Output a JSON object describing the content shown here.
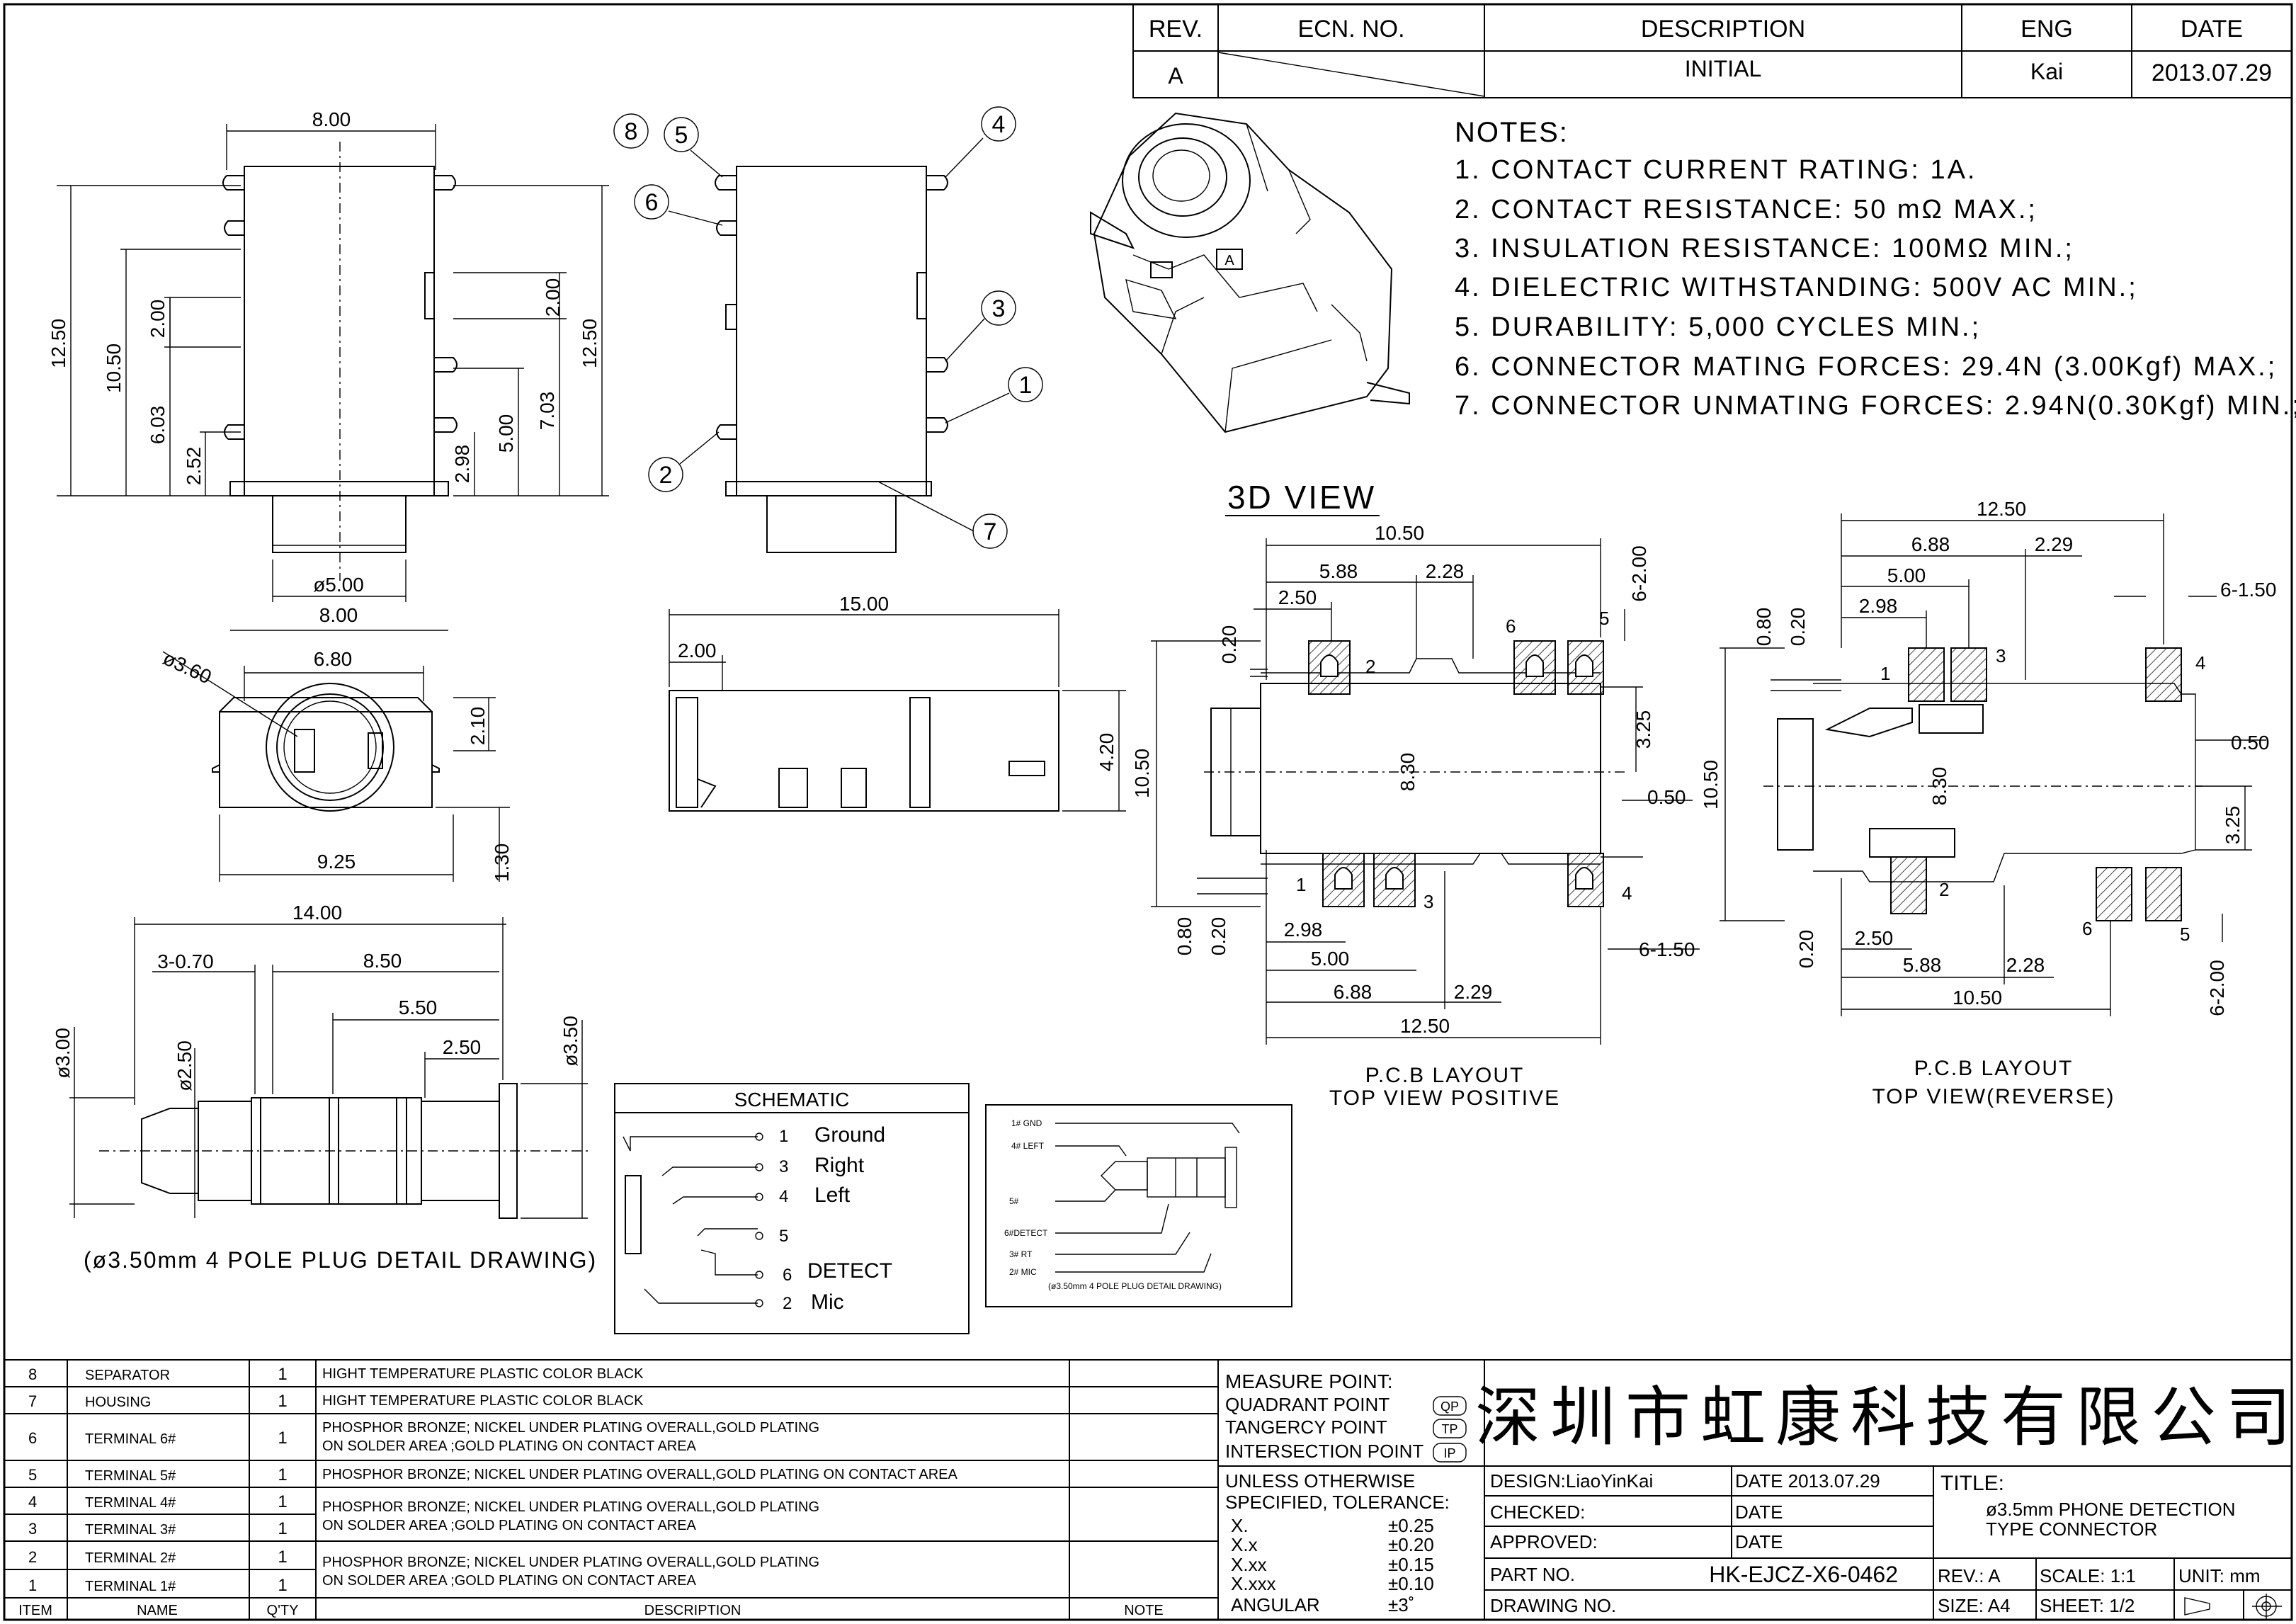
{
  "revision_table": {
    "headers": [
      "REV.",
      "ECN. NO.",
      "DESCRIPTION",
      "ENG",
      "DATE"
    ],
    "row": {
      "rev": "A",
      "ecn": "",
      "description": "INITIAL",
      "eng": "Kai",
      "date": "2013.07.29"
    }
  },
  "notes": {
    "title": "NOTES:",
    "items": [
      "1. CONTACT CURRENT RATING: 1A.",
      "2. CONTACT RESISTANCE: 50 mΩ MAX.;",
      "3. INSULATION RESISTANCE: 100MΩ MIN.;",
      "4. DIELECTRIC WITHSTANDING: 500V AC MIN.;",
      "5. DURABILITY: 5,000 CYCLES MIN.;",
      "6. CONNECTOR MATING FORCES: 29.4N (3.00Kgf) MAX.;",
      "7. CONNECTOR UNMATING FORCES: 2.94N(0.30Kgf) MIN.;"
    ]
  },
  "view_3d_label": "3D VIEW",
  "front_view": {
    "dims": {
      "top_width": "8.00",
      "height_total": "12.50",
      "height_inner": "10.50",
      "h_603": "6.03",
      "h_200": "2.00",
      "h_252": "2.52",
      "h_298": "2.98",
      "h_500": "5.00",
      "h_703": "7.03",
      "h_200r": "2.00",
      "h_1250r": "12.50",
      "dia": "ø5.00",
      "bottom_width": "8.00"
    }
  },
  "side_view_balloons": [
    "⑧",
    "⑤",
    "⑥",
    "④",
    "③",
    "①",
    "②",
    "⑦"
  ],
  "end_view": {
    "dia": "ø3.60",
    "width": "6.80",
    "h": "2.10",
    "width_bottom": "9.25",
    "h2": "1.30"
  },
  "top_side_view": {
    "length": "15.00",
    "offset": "2.00",
    "height": "4.20"
  },
  "plug": {
    "dims": {
      "length": "14.00",
      "ring": "3-0.70",
      "d850": "8.50",
      "d550": "5.50",
      "d250": "2.50",
      "dia300": "ø3.00",
      "dia250": "ø2.50",
      "dia350": "ø3.50"
    },
    "caption": "(ø3.50mm 4 POLE PLUG DETAIL DRAWING)"
  },
  "schematic": {
    "title": "SCHEMATIC",
    "pins": [
      {
        "num": "1",
        "name": "Ground"
      },
      {
        "num": "3",
        "name": "Right"
      },
      {
        "num": "4",
        "name": "Left"
      },
      {
        "num": "5",
        "name": ""
      },
      {
        "num": "6",
        "name": "DETECT"
      },
      {
        "num": "2",
        "name": "Mic"
      }
    ]
  },
  "mini_plug": {
    "labels": [
      "1# GND",
      "4# LEFT",
      "5#",
      "6#DETECT",
      "3# RT",
      "2# MIC"
    ],
    "caption": "(ø3.50mm 4 POLE PLUG DETAIL DRAWING)"
  },
  "pcb_positive": {
    "dims": {
      "w1050": "10.50",
      "w588": "5.88",
      "w228": "2.28",
      "w250": "2.50",
      "v020": "0.20",
      "v200": "6-2.00",
      "h1050": "10.50",
      "h830": "8.30",
      "h325": "3.25",
      "h050": "0.50",
      "b080": "0.80",
      "b020": "0.20",
      "b298": "2.98",
      "b500": "5.00",
      "b688": "6.88",
      "b229": "2.29",
      "b1250": "12.50",
      "b150": "6-1.50"
    },
    "pin_labels": [
      "2",
      "6",
      "5",
      "1",
      "3",
      "4"
    ],
    "caption_1": "P.C.B LAYOUT",
    "caption_2": "TOP VIEW POSITIVE"
  },
  "pcb_reverse": {
    "dims": {
      "w1250": "12.50",
      "w688": "6.88",
      "w229": "2.29",
      "w500": "5.00",
      "w298": "2.98",
      "v080": "0.80",
      "v020": "0.20",
      "r150": "6-1.50",
      "h1050": "10.50",
      "h830": "8.30",
      "h325": "3.25",
      "h050": "0.50",
      "b020": "0.20",
      "b250": "2.50",
      "b588": "5.88",
      "b228": "2.28",
      "b1050": "10.50",
      "b200": "6-2.00"
    },
    "pin_labels": [
      "1",
      "3",
      "4",
      "2",
      "6",
      "5"
    ],
    "caption_1": "P.C.B LAYOUT",
    "caption_2": "TOP VIEW(REVERSE)"
  },
  "bom": {
    "rows": [
      {
        "item": "8",
        "name": "SEPARATOR",
        "qty": "1",
        "desc": [
          "HIGHT TEMPERATURE PLASTIC   COLOR BLACK"
        ]
      },
      {
        "item": "7",
        "name": "HOUSING",
        "qty": "1",
        "desc": [
          "HIGHT TEMPERATURE PLASTIC   COLOR BLACK"
        ]
      },
      {
        "item": "6",
        "name": "TERMINAL 6#",
        "qty": "1",
        "desc": [
          "PHOSPHOR BRONZE; NICKEL UNDER PLATING OVERALL,GOLD PLATING",
          "ON SOLDER AREA ;GOLD PLATING ON CONTACT AREA"
        ]
      },
      {
        "item": "5",
        "name": "TERMINAL 5#",
        "qty": "1",
        "desc": [
          "PHOSPHOR BRONZE; NICKEL UNDER PLATING OVERALL,GOLD PLATING ON CONTACT AREA"
        ]
      },
      {
        "item": "4",
        "name": "TERMINAL 4#",
        "qty": "1",
        "desc": [
          "PHOSPHOR BRONZE; NICKEL UNDER PLATING OVERALL,GOLD PLATING",
          "ON SOLDER AREA ;GOLD PLATING ON CONTACT AREA"
        ]
      },
      {
        "item": "3",
        "name": "TERMINAL 3#",
        "qty": "1",
        "desc": []
      },
      {
        "item": "2",
        "name": "TERMINAL 2#",
        "qty": "1",
        "desc": [
          "PHOSPHOR BRONZE; NICKEL UNDER PLATING OVERALL,GOLD PLATING",
          "ON SOLDER AREA ;GOLD PLATING ON CONTACT AREA"
        ]
      },
      {
        "item": "1",
        "name": "TERMINAL 1#",
        "qty": "1",
        "desc": []
      }
    ],
    "headers": {
      "item": "ITEM",
      "name": "NAME",
      "qty": "Q'TY",
      "desc": "DESCRIPTION",
      "note": "NOTE"
    }
  },
  "measure": {
    "title": "MEASURE POINT:",
    "rows": [
      {
        "label": "QUADRANT POINT",
        "code": "QP"
      },
      {
        "label": "TANGERCY POINT",
        "code": "TP"
      },
      {
        "label": "INTERSECTION POINT",
        "code": "IP"
      }
    ]
  },
  "company": "深圳市虹康科技有限公司",
  "tolerance": {
    "title_1": "UNLESS OTHERWISE",
    "title_2": "SPECIFIED, TOLERANCE:",
    "rows": [
      {
        "k": "X.",
        "v": "±0.25"
      },
      {
        "k": "X.x",
        "v": "±0.20"
      },
      {
        "k": "X.xx",
        "v": "±0.15"
      },
      {
        "k": "X.xxx",
        "v": "±0.10"
      },
      {
        "k": "ANGULAR",
        "v": "±3˚"
      }
    ]
  },
  "title_block": {
    "design": "DESIGN:LiaoYinKai",
    "design_date": "DATE 2013.07.29",
    "checked": "CHECKED:",
    "checked_date": "DATE",
    "approved": "APPROVED:",
    "approved_date": "DATE",
    "part_label": "PART NO.",
    "part_no": "HK-EJCZ-X6-0462",
    "drawing_label": "DRAWING NO.",
    "title_label": "TITLE:",
    "title_1": "ø3.5mm PHONE DETECTION",
    "title_2": "TYPE CONNECTOR",
    "rev": "REV.: A",
    "scale": "SCALE:  1:1",
    "unit": "UNIT:   mm",
    "size": "SIZE:  A4",
    "sheet": "SHEET:  1/2"
  }
}
